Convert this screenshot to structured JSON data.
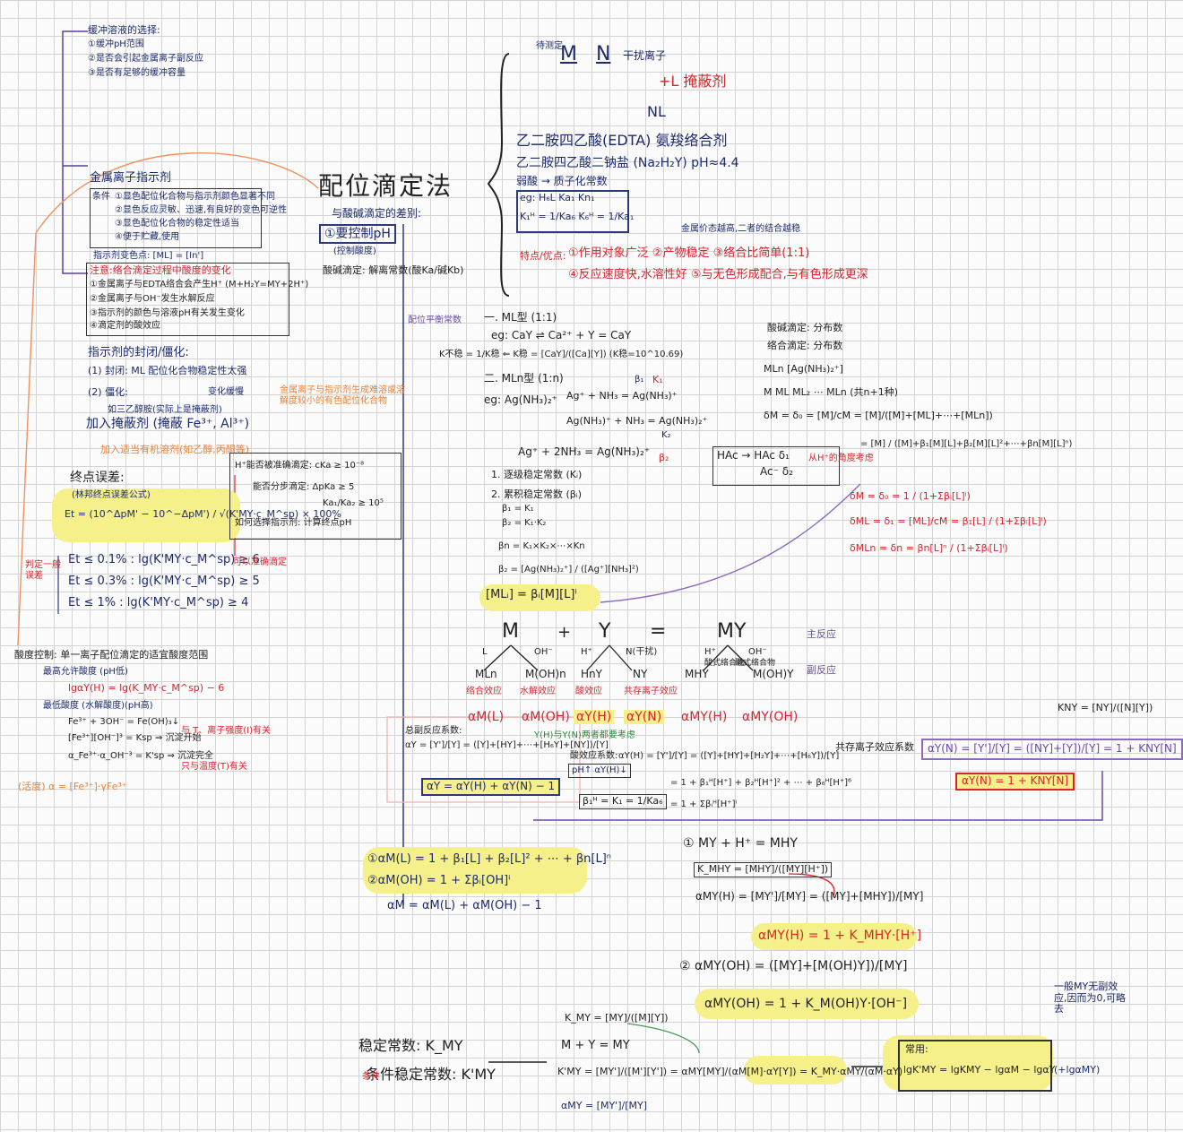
{
  "top_left": {
    "buffer_title": "缓冲溶液的选择:",
    "buffer_items": [
      "①缓冲pH范围",
      "②是否会引起金属离子副反应",
      "③是否有足够的缓冲容量"
    ]
  },
  "indicator": {
    "title": "金属离子指示剂",
    "cond_label": "条件",
    "conditions": [
      "①显色配位化合物与指示剂颜色显著不同",
      "②显色反应灵敏、迅速,有良好的变色可逆性",
      "③显色配位化合物的稳定性适当",
      "④便于贮藏,使用"
    ],
    "change_point": "指示剂变色点: [ML] = [In']",
    "note_title": "注意:络合滴定过程中酸度的变化",
    "notes": [
      "①金属离子与EDTA络合会产生H⁺  (M+H₂Y=MY+2H⁺)",
      "②金属离子与OH⁻发生水解反应",
      "③指示剂的颜色与溶液pH有关发生变化",
      "④滴定剂的酸效应"
    ]
  },
  "blocking": {
    "title": "指示剂的封闭/僵化:",
    "item1": "(1) 封闭: ML 配位化合物稳定性太强",
    "item2": "(2) 僵化:",
    "item2_right": "变化缓慢",
    "orange_note": "金属离子与指示剂生成难溶或溶解度较小的有色配位化合物",
    "solution1": "加入掩蔽剂 (掩蔽 Fe³⁺, Al³⁺)",
    "solution1_hint": "如三乙醇胺(实际上是掩蔽剂)",
    "solution2": "加入适当有机溶剂(如乙醇,丙酮等)"
  },
  "endpoint": {
    "title": "终点误差:",
    "formula_title": "(林邦终点误差公式)",
    "formula": "Et = (10^ΔpM' − 10^−ΔpM') / √(K'MY·c_M^sp) × 100%",
    "c1": "Et ≤ 0.1%   :  lg(K'MY·c_M^sp) ≥ 6",
    "c2": "Et ≤ 0.3%   :  lg(K'MY·c_M^sp) ≥ 5",
    "c3": "Et ≤ 1%     :  lg(K'MY·c_M^sp) ≥ 4",
    "side_left": "判定一般误差",
    "side_right": "可以准确滴定",
    "acid_compare_top": "H⁺能否被准确滴定: cKa ≥ 10⁻⁸",
    "acid_compare_mid": "能否分步滴定: ΔpKa ≥ 5",
    "acid_compare_mid2": "Ka₁/Ka₂ ≥ 10⁵",
    "acid_compare_bot": "如何选择指示剂: 计算终点pH"
  },
  "acidity": {
    "title": "酸度控制: 单一离子配位滴定的适宜酸度范围",
    "l1": "最高允许酸度 (pH低)",
    "l2": "lgαY(H) = lg(K_MY·c_M^sp) − 6",
    "l3": "最低酸度 (水解酸度)(pH高)",
    "l4": "Fe³⁺ + 3OH⁻ = Fe(OH)₃↓",
    "l5": "[Fe³⁺][OH⁻]³ = Ksp  ⇒ 沉淀开始",
    "l6": "α_Fe³⁺·α_OH⁻³ = K'sp ⇒ 沉淀完全",
    "l5_note": "与 T、离子强度(I)有关",
    "l6_note": "只与温度(T)有关",
    "l7": "(活度) α = [Fe³⁺]·γFe³⁺"
  },
  "center": {
    "title": "配位滴定法",
    "diff_title": "与酸碱滴定的差别:",
    "need_ph": "①要控制pH",
    "need_ph_sub": "(控制酸度)",
    "acid_base": "酸碱滴定: 解离常数(酸Ka/碱Kb)",
    "stepwise_label": "配位平衡常数"
  },
  "top_right": {
    "m_label": "待测定",
    "M": "M",
    "N": "N",
    "interf": "干扰离子",
    "masking": "+L 掩蔽剂",
    "NL": "NL",
    "edta": "乙二胺四乙酸(EDTA) 氨羧络合剂",
    "na2": "乙二胺四乙酸二钠盐 (Na₂H₂Y)  pH≈4.4",
    "acid_sub": "弱酸 → 质子化常数",
    "table_row1": "eg: H₆L    Ka₁  Kn₁",
    "table_row2": "K₁ᴴ = 1/Ka₆   K₆ᴴ = 1/Ka₁",
    "features_label": "特点/优点:",
    "features1": "①作用对象广泛  ②产物稳定  ③络合比简单(1:1)",
    "features2": "④反应速度快,水溶性好  ⑤与无色形成配合,与有色形成更深",
    "note_top": "金属价态越高,二者的结合越稳"
  },
  "ml_types": {
    "t1": "一. ML型 (1:1)",
    "eg1": "eg: CaY ⇌ Ca²⁺ + Y = CaY",
    "kinst": "K不稳 = 1/K稳 ⇐ K稳 = [CaY]/([Ca][Y])   (K稳=10^10.69)",
    "t2": "二. MLn型 (1:n)",
    "eg2": "eg: Ag(NH₃)₂⁺",
    "r1": "Ag⁺ + NH₃ = Ag(NH₃)⁺",
    "r2": "Ag(NH₃)⁺ + NH₃ = Ag(NH₃)₂⁺",
    "r3": "Ag⁺ + 2NH₃ = Ag(NH₃)₂⁺",
    "beta1": "β₁",
    "k1": "K₁",
    "k2": "K₂",
    "b2": "β₂",
    "s1": "1. 逐级稳定常数 (Kᵢ)",
    "s2": "2. 累积稳定常数 (βᵢ)",
    "s3": "β₁ = K₁",
    "s4": "β₂ = K₁·K₂",
    "s5": "βn = K₁×K₂×⋯×Kn",
    "s6": "β₂ = [Ag(NH₃)₂⁺] / ([Ag⁺][NH₃]²)",
    "s7": "[MLᵢ] = βᵢ[M][L]ⁱ"
  },
  "distribution": {
    "t1": "酸碱滴定: 分布数",
    "t2": "络合滴定: 分布数",
    "row1": "MLn    [Ag(NH₃)₂⁺]",
    "row2": "M     ML     ML₂    ⋯    MLn  (共n+1种)",
    "d0": "δM = δ₀ = [M]/cM = [M]/([M]+[ML]+⋯+[MLn])",
    "d0b": "= [M] / ([M]+β₁[M][L]+β₂[M][L]²+⋯+βn[M][L]ⁿ)",
    "hac1": "HAc → HAc δ₁",
    "hac2": "Ac⁻ δ₂",
    "hac_note": "从H⁺的角度考虑",
    "dm": "δM = δ₀ = 1 / (1+Σβᵢ[L]ⁱ)",
    "dml": "δML = δ₁ = [ML]/cM = β₁[L] / (1+Σβᵢ[L]ⁱ)",
    "dmln": "δMLn = δn = βn[L]ⁿ / (1+Σβᵢ[L]ⁱ)"
  },
  "reaction": {
    "M": "M",
    "plus": "+",
    "Y": "Y",
    "eq": "=",
    "MY": "MY",
    "main": "主反应",
    "side": "副反应",
    "L": "L",
    "OH": "OH⁻",
    "H": "H⁺",
    "N": "N(干扰)",
    "MLn": "MLn",
    "MOHn": "M(OH)n",
    "HnY": "HnY",
    "NY": "NY",
    "MHY": "MHY",
    "MOHY": "M(OH)Y",
    "lab_a": "络合效应",
    "lab_b": "水解效应",
    "lab_c": "酸效应",
    "lab_d": "共存离子效应",
    "lab_e": "酸式络合物",
    "lab_f": "碱式络合物",
    "a1": "αM(L)",
    "a2": "αM(OH)",
    "a3": "αY(H)",
    "a4": "αY(N)",
    "a5": "αMY(H)",
    "a6": "αMY(OH)"
  },
  "alpha_y": {
    "total_label": "总副反应系数:",
    "total": "αY = [Y']/[Y] = ([Y]+[HY]+⋯+[H₆Y]+[NY])/[Y]",
    "sum": "αY = αY(H) + αY(N) − 1",
    "acid_label": "酸效应系数:",
    "acid_sub": "pH↑ αY(H)↓",
    "ayh": "αY(H) = [Y']/[Y] = ([Y]+[HY]+[H₂Y]+⋯+[H₆Y])/[Y]",
    "ayh2": "= 1 + β₁ᴴ[H⁺] + β₂ᴴ[H⁺]² + ⋯ + β₆ᴴ[H⁺]⁶",
    "ayh3": "= 1 + Σβᵢᴴ[H⁺]ⁱ",
    "beta_h": "β₁ᴴ = K₁ = 1/Ka₆",
    "coexist_label": "共存离子效应系数",
    "ayn": "αY(N) = [Y']/[Y] = ([NY]+[Y])/[Y] = 1 + KNY[N]",
    "ayn_box": "αY(N) = 1 + KNY[N]",
    "kny": "KNY = [NY]/([N][Y])",
    "note_y": "Y(H)与Y(N)两者都要考虑"
  },
  "alpha_m": {
    "m1": "①αM(L) = 1 + β₁[L] + β₂[L]² + ⋯ + βn[L]ⁿ",
    "m2": "②αM(OH) = 1 + Σβᵢ[OH]ⁱ",
    "m3": "αM = αM(L) + αM(OH) − 1"
  },
  "alpha_my": {
    "r1": "① MY + H⁺ = MHY",
    "k": "K_MHY = [MHY]/([MY][H⁺])",
    "a1": "αMY(H) = [MY']/[MY] = ([MY]+[MHY])/[MY]",
    "a1b": "αMY(H) = 1 + K_MHY·[H⁺]",
    "a2": "② αMY(OH) = ([MY]+[M(OH)Y])/[MY]",
    "a2b": "αMY(OH) = 1 + K_M(OH)Y·[OH⁻]"
  },
  "bottom": {
    "stab": "稳定常数: K_MY",
    "cond_stab": "条件稳定常数: K'MY",
    "cond_label": "条件",
    "kmy": "K_MY = [MY]/([M][Y])",
    "rxn": "M + Y = MY",
    "kpmy": "K'MY = [MY']/([M'][Y']) = αMY[MY]/(αM[M]·αY[Y]) = K_MY·αMY/(αM·αY)",
    "amy": "αMY = [MY']/[MY]",
    "common_label": "常用:",
    "common": "lgK'MY = lgKMY − lgαM − lgαY",
    "plus": "(+lgαMY)",
    "side_note": "一般MY无副效应,因而为0,可略去"
  }
}
